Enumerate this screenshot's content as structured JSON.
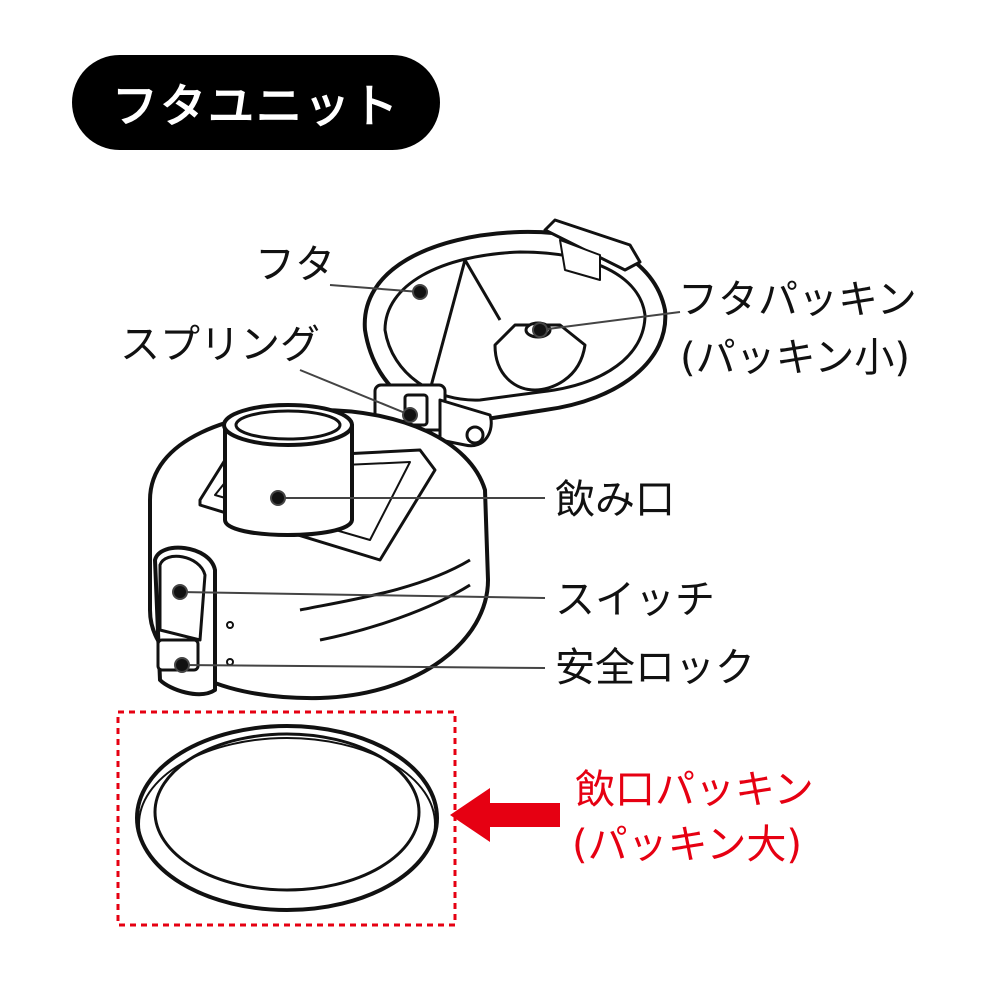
{
  "header": {
    "title": "フタユニット"
  },
  "labels": {
    "lid": "フタ",
    "spring": "スプリング",
    "lid_packing": "フタパッキン",
    "lid_packing_sub": "(パッキン小)",
    "mouthpiece": "飲み口",
    "switch": "スイッチ",
    "safety_lock": "安全ロック",
    "mouth_packing": "飲口パッキン",
    "mouth_packing_sub": "(パッキン大)"
  },
  "colors": {
    "accent": "#e60012",
    "header_bg": "#000000"
  }
}
